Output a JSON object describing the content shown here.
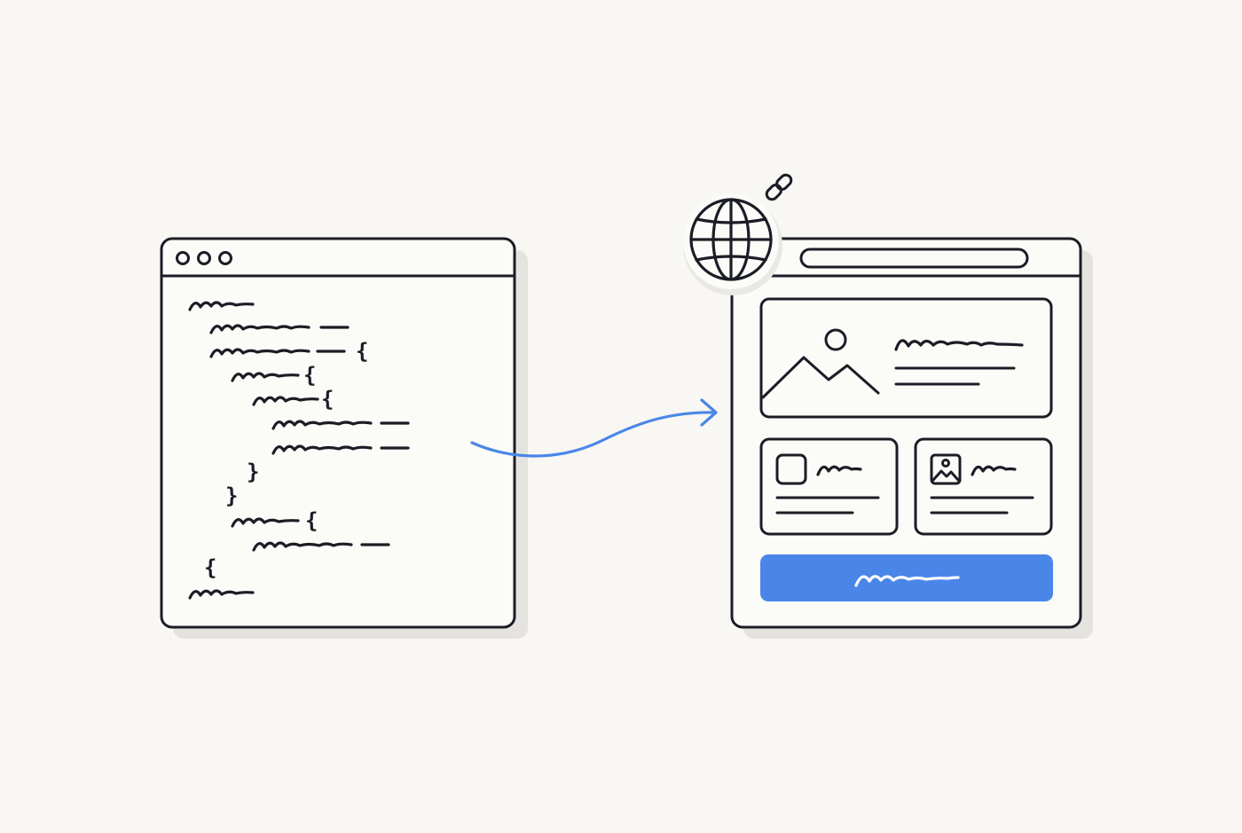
{
  "colors": {
    "background": "#f8f7f3",
    "ink": "#1b1d26",
    "accent": "#4a86e8",
    "shadow": "#e4e3df",
    "panel": "#fbfbf8"
  },
  "code_window": {
    "window_controls": [
      "dot",
      "dot",
      "dot"
    ],
    "code_glyphs": [
      "{",
      "{",
      "{",
      "{",
      "}",
      "}",
      "{",
      "}"
    ]
  },
  "arrow": {
    "icon": "curved-arrow-right"
  },
  "web_badge": {
    "icons": [
      "globe-icon",
      "link-icon"
    ]
  },
  "webpage_window": {
    "elements": [
      "address-bar",
      "hero-card",
      "image-icon",
      "card-left",
      "card-right",
      "cta-button"
    ]
  }
}
